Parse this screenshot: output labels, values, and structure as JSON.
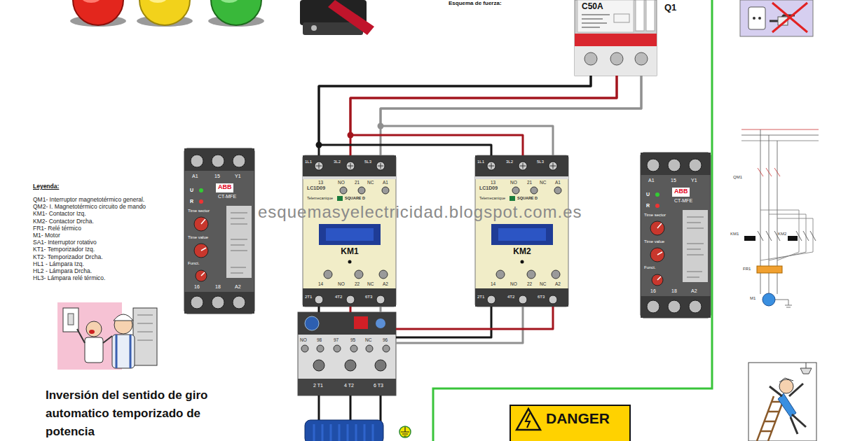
{
  "diagram": {
    "title": "Inversión del sentido de giro automatico temporizado de potencia",
    "nodes": [
      {
        "text": [
          "C50A",
          "Q1"
        ]
      },
      {
        "text": [
          "A1",
          "15",
          "Y1",
          "U",
          "R",
          "ABB",
          "CT-MFE",
          "Time sector",
          "Time value",
          "Funct.",
          "16",
          "18",
          "A2"
        ]
      },
      {
        "text": [
          "1L1",
          "3L2",
          "5L3",
          "13",
          "NO",
          "21",
          "NC",
          "A1",
          "LC1D09",
          "Telemecanique",
          "SQUARE D",
          "KM1",
          "14",
          "NO",
          "22",
          "NC",
          "A2",
          "2T1",
          "4T2",
          "6T3"
        ]
      },
      {
        "text": [
          "1L1",
          "3L2",
          "5L3",
          "13",
          "NO",
          "21",
          "NC",
          "A1",
          "LC1D09",
          "Telemecanique",
          "SQUARE D",
          "KM2",
          "14",
          "NO",
          "22",
          "NC",
          "A2",
          "2T1",
          "4T2",
          "6T3"
        ]
      },
      {
        "text": [
          "A1",
          "15",
          "Y1",
          "U",
          "R",
          "ABB",
          "CT-MFE",
          "Time sector",
          "Time value",
          "Funct.",
          "16",
          "18",
          "A2"
        ]
      },
      {
        "text": [
          "NO",
          "98",
          "97",
          "95",
          "NC",
          "96",
          "2 T1",
          "4 T2",
          "6 T3"
        ]
      },
      {
        "text": [
          "DANGER"
        ]
      }
    ],
    "edges": [
      {
        "from": 0,
        "to": 2,
        "arrow": "none"
      },
      {
        "from": 0,
        "to": 2,
        "arrow": "none"
      },
      {
        "from": 0,
        "to": 2,
        "arrow": "none"
      },
      {
        "from": 0,
        "to": 3,
        "arrow": "none"
      },
      {
        "from": 0,
        "to": 3,
        "arrow": "none"
      },
      {
        "from": 0,
        "to": 3,
        "arrow": "none"
      },
      {
        "from": 2,
        "to": 5,
        "arrow": "none"
      },
      {
        "from": 2,
        "to": 5,
        "arrow": "none"
      },
      {
        "from": 2,
        "to": 5,
        "arrow": "none"
      },
      {
        "from": 3,
        "to": 5,
        "arrow": "none"
      },
      {
        "from": 3,
        "to": 5,
        "arrow": "none"
      },
      {
        "from": 3,
        "to": 5,
        "arrow": "none"
      }
    ],
    "labels": [
      "Esquema de fuerza:",
      "Leyenda:",
      "QM1- Interruptor magnetotérmico general.",
      "QM2- I. Magnetotérmico circuito de mando",
      "KM1- Contactor Izq.",
      "KM2- Contactor Drcha.",
      "FR1- Relé térmico",
      "M1- Motor",
      "SA1- Interruptor rotativo",
      "KT1- Temporizador Izq.",
      "KT2- Temporizador Drcha.",
      "HL1 - Lámpara Izq.",
      "HL2 - Lámpara Drcha.",
      "HL3- Lámpara relé térmico.",
      "esquemasyelectricidad.blogspot.com.es",
      "QM1",
      "KM1",
      "KM2",
      "FR1",
      "M1"
    ]
  }
}
